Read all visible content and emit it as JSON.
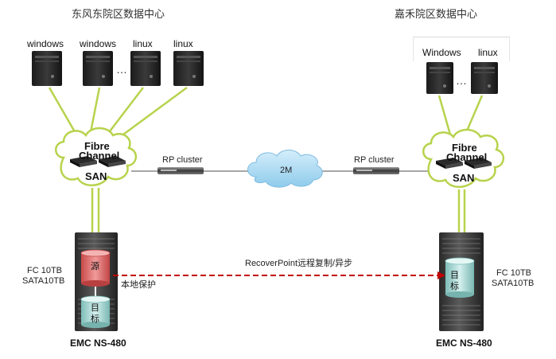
{
  "sites": {
    "left": {
      "title": "东风东院区数据中心",
      "servers": [
        "windows",
        "windows",
        "linux",
        "linux"
      ],
      "ellipsis": "…",
      "capacity": [
        "FC 10TB",
        "SATA10TB"
      ],
      "storage_model": "EMC NS-480",
      "rp_label": "RP cluster"
    },
    "right": {
      "title": "嘉禾院区数据中心",
      "servers": [
        "Windows",
        "linux"
      ],
      "ellipsis": "…",
      "capacity": [
        "FC 10TB",
        "SATA10TB"
      ],
      "storage_model": "EMC NS-480",
      "rp_label": "RP cluster"
    }
  },
  "san": {
    "line1": "Fibre",
    "line2": "Channel",
    "line3": "SAN"
  },
  "wan": {
    "label": "2M"
  },
  "volumes": {
    "source": "源",
    "target_line1": "目",
    "target_line2": "标"
  },
  "replication": {
    "label": "RecoverPoint远程复制/异步",
    "local_label": "本地保护"
  },
  "colors": {
    "link_green": "#b7d34c",
    "replication_red": "#c00000",
    "cloud_blue": "#9fd3f0",
    "source_red": "#e06060",
    "target_teal": "#a9dcd8"
  }
}
